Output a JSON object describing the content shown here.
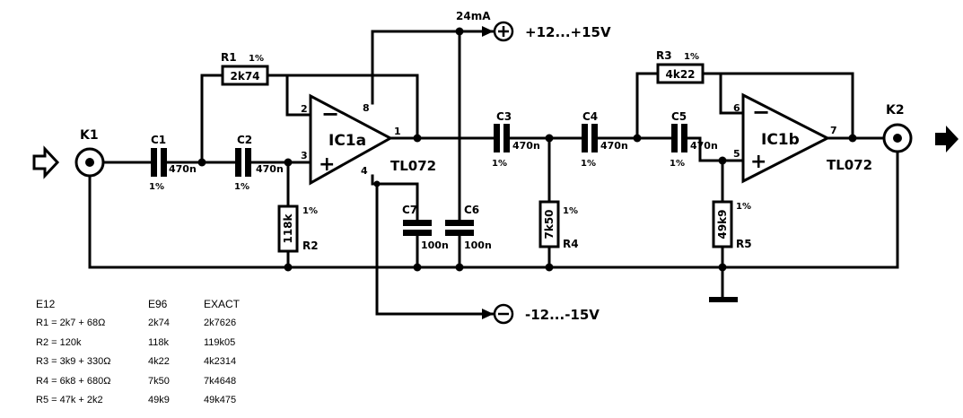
{
  "labels": {
    "k1": "K1",
    "k2": "K2",
    "ic1a": "IC1a",
    "ic1b": "IC1b",
    "tl072_a": "TL072",
    "tl072_b": "TL072",
    "current": "24mA",
    "vplus": "+12...+15V",
    "vminus": "-12...-15V",
    "pin1": "1",
    "pin2": "2",
    "pin3": "3",
    "pin4": "4",
    "pin5": "5",
    "pin6": "6",
    "pin7": "7",
    "pin8": "8",
    "minus_sign": "−",
    "plus_sign": "+"
  },
  "components": {
    "r1": {
      "ref": "R1",
      "value": "2k74",
      "tol": "1%"
    },
    "r2": {
      "ref": "R2",
      "value": "118k",
      "tol": "1%"
    },
    "r3": {
      "ref": "R3",
      "value": "4k22",
      "tol": "1%"
    },
    "r4": {
      "ref": "R4",
      "value": "7k50",
      "tol": "1%"
    },
    "r5": {
      "ref": "R5",
      "value": "49k9",
      "tol": "1%"
    },
    "c1": {
      "ref": "C1",
      "value": "470n",
      "tol": "1%"
    },
    "c2": {
      "ref": "C2",
      "value": "470n",
      "tol": "1%"
    },
    "c3": {
      "ref": "C3",
      "value": "470n",
      "tol": "1%"
    },
    "c4": {
      "ref": "C4",
      "value": "470n",
      "tol": "1%"
    },
    "c5": {
      "ref": "C5",
      "value": "470n",
      "tol": "1%"
    },
    "c6": {
      "ref": "C6",
      "value": "100n"
    },
    "c7": {
      "ref": "C7",
      "value": "100n"
    }
  },
  "table": {
    "headers": [
      "E12",
      "E96",
      "EXACT"
    ],
    "rows": [
      [
        "R1 = 2k7 + 68Ω",
        "2k74",
        "2k7626"
      ],
      [
        "R2 = 120k",
        "118k",
        "119k05"
      ],
      [
        "R3 = 3k9 + 330Ω",
        "4k22",
        "4k2314"
      ],
      [
        "R4 = 6k8 + 680Ω",
        "7k50",
        "7k4648"
      ],
      [
        "R5 = 47k + 2k2",
        "49k9",
        "49k475"
      ]
    ]
  }
}
